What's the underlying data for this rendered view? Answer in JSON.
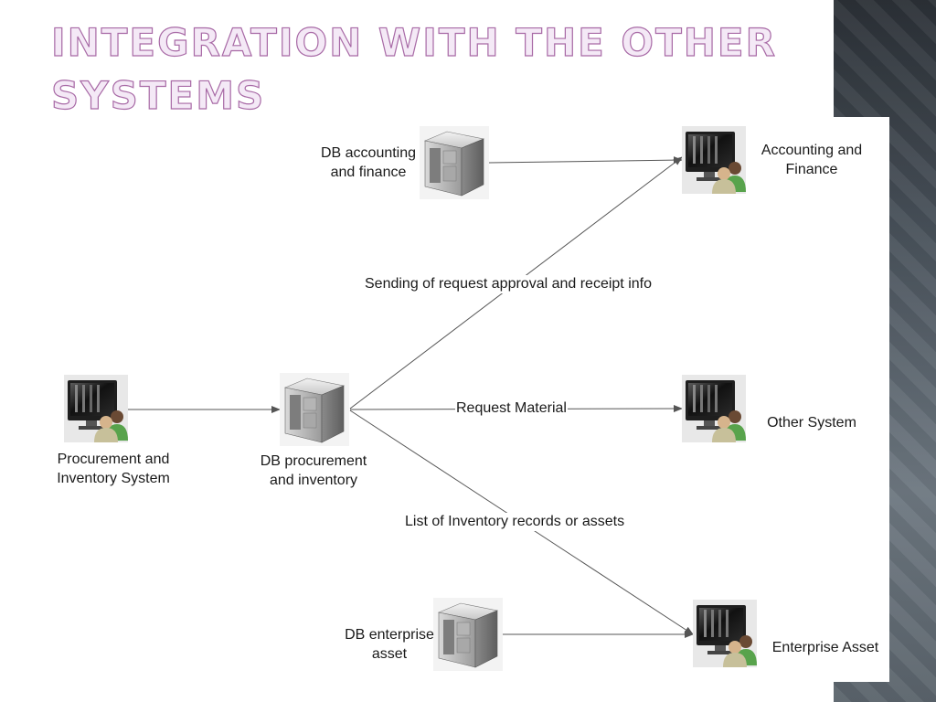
{
  "title": "Integration with the other systems",
  "nodes": {
    "db_accounting": "DB accounting\nand finance",
    "accounting": "Accounting and\nFinance",
    "procurement": "Procurement and\nInventory System",
    "db_procurement": "DB procurement\nand inventory",
    "other_system": "Other System",
    "db_enterprise": "DB enterprise\nasset",
    "enterprise_asset": "Enterprise Asset"
  },
  "edges": {
    "approval": "Sending of request approval and receipt info",
    "request_material": "Request Material",
    "inventory_list": "List of Inventory records or assets"
  }
}
